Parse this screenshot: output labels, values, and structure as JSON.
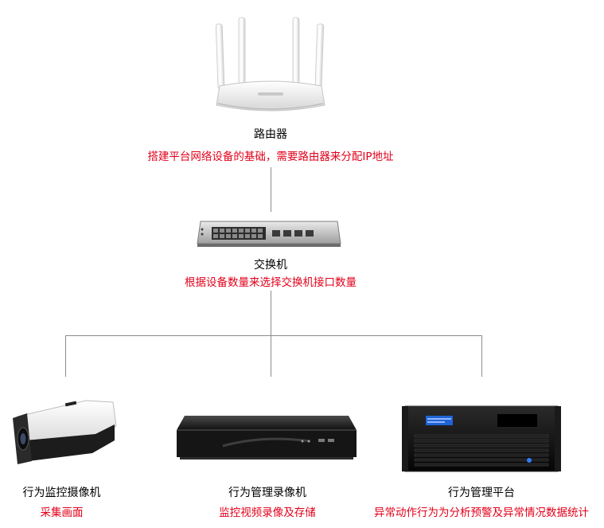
{
  "nodes": {
    "router": {
      "name": "路由器",
      "desc": "搭建平台网络设备的基础，需要路由器来分配IP地址",
      "icon": "wifi-router-icon"
    },
    "switch": {
      "name": "交换机",
      "desc": "根据设备数量来选择交换机接口数量",
      "icon": "network-switch-icon"
    },
    "camera": {
      "name": "行为监控摄像机",
      "desc": "采集画面",
      "icon": "bullet-camera-icon"
    },
    "recorder": {
      "name": "行为管理录像机",
      "desc": "监控视频录像及存储",
      "icon": "nvr-recorder-icon"
    },
    "platform": {
      "name": "行为管理平台",
      "desc": "异常动作行为为分析预警及异常情况数据统计",
      "icon": "rack-server-icon"
    }
  },
  "colors": {
    "desc_text": "#e2001a",
    "name_text": "#000000",
    "connector": "#8c8c8c"
  }
}
